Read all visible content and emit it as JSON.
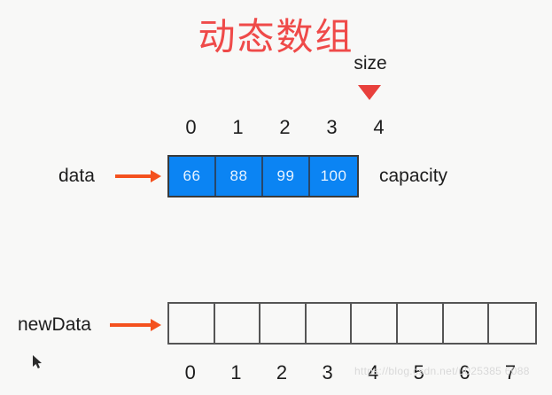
{
  "title": "动态数组",
  "pointer": {
    "size_label": "size",
    "triangle_icon": "down-triangle-icon"
  },
  "data_array": {
    "label": "data",
    "arrow_icon": "right-arrow-icon",
    "indices": [
      "0",
      "1",
      "2",
      "3",
      "4"
    ],
    "cells": [
      "66",
      "88",
      "99",
      "100"
    ],
    "capacity_label": "capacity",
    "fill_color": "#0b84f3",
    "border_color": "#3a3a3a"
  },
  "newdata_array": {
    "label": "newData",
    "arrow_icon": "right-arrow-icon",
    "indices": [
      "0",
      "1",
      "2",
      "3",
      "4",
      "5",
      "6",
      "7"
    ],
    "cells": [
      "",
      "",
      "",
      "",
      "",
      "",
      "",
      ""
    ],
    "border_color": "#555555"
  },
  "colors": {
    "background": "#f8f8f7",
    "title": "#ef4a49",
    "arrow": "#f4511e",
    "triangle": "#e8403c",
    "text": "#1d1d1d"
  },
  "watermark": "https://blog.csdn.net/u025385 6088"
}
